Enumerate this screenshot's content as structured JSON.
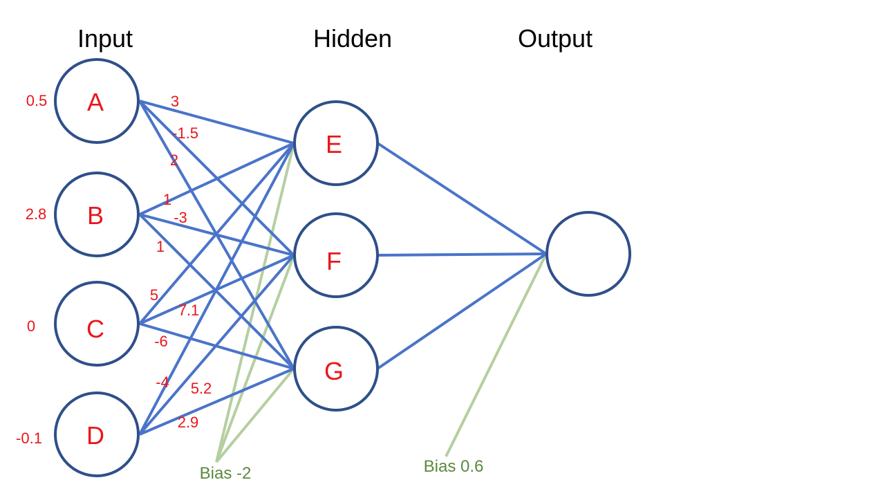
{
  "layers": {
    "input": "Input",
    "hidden": "Hidden",
    "output": "Output"
  },
  "nodes": {
    "A": "A",
    "B": "B",
    "C": "C",
    "D": "D",
    "E": "E",
    "F": "F",
    "G": "G",
    "O": ""
  },
  "inputs": {
    "A": "0.5",
    "B": "2.8",
    "C": "0",
    "D": "-0.1"
  },
  "weights": {
    "A_E": "3",
    "A_F": "-1.5",
    "A_G": "2",
    "B_E": "1",
    "B_F": "-3",
    "B_G": "1",
    "C_E": "5",
    "C_F": "7.1",
    "C_G": "-6",
    "D_E": "-4",
    "D_F": "5.2",
    "D_G": "2.9"
  },
  "bias": {
    "hidden": "Bias -2",
    "output": "Bias 0.6"
  },
  "colors": {
    "node_stroke": "#2f4f8a",
    "edge": "#4a74c9",
    "bias_edge": "#b5cfa0",
    "label_red": "#e8161b",
    "bias_text": "#5b8a3c"
  }
}
